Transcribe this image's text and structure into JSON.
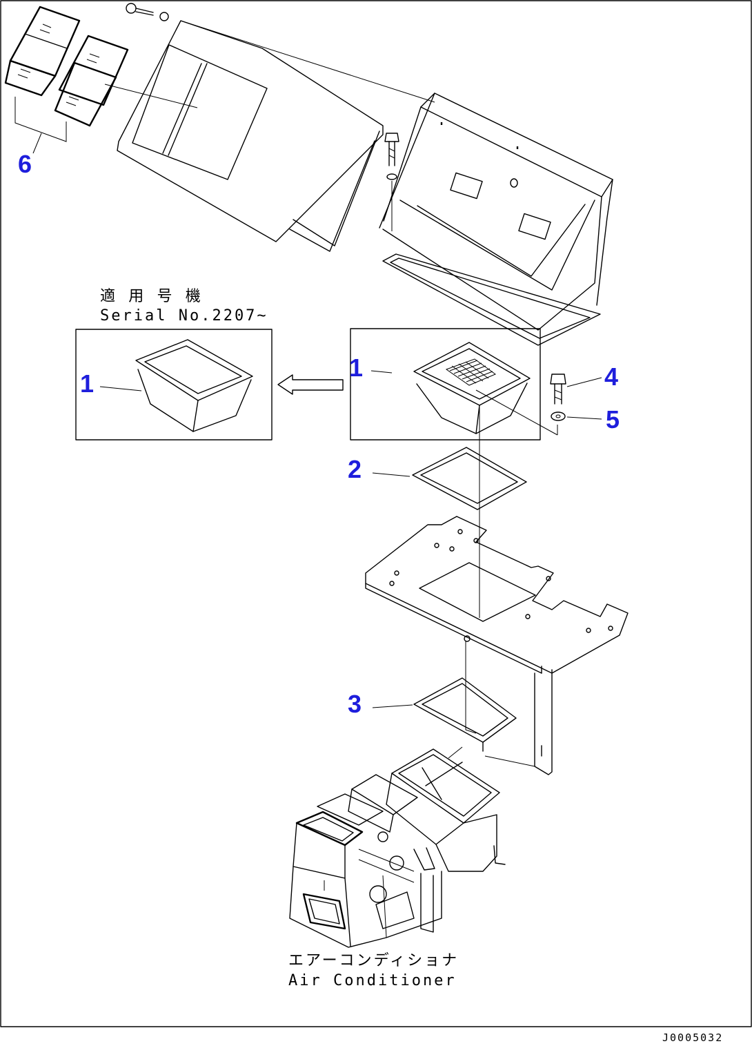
{
  "style": {
    "callout_color": "#1e1edc",
    "line_color": "#000000",
    "background": "#ffffff"
  },
  "callouts": [
    {
      "id": "6",
      "label": "6"
    },
    {
      "id": "1",
      "label": "1"
    },
    {
      "id": "1b",
      "label": "1"
    },
    {
      "id": "4",
      "label": "4"
    },
    {
      "id": "5",
      "label": "5"
    },
    {
      "id": "2",
      "label": "2"
    },
    {
      "id": "3",
      "label": "3"
    }
  ],
  "notes": {
    "applicable_jp": "適 用 号 機",
    "applicable_en": "Serial No.2207~",
    "aircon_jp": "エアーコンディショナ",
    "aircon_en": "Air Conditioner"
  },
  "drawing_code": "J0005032"
}
